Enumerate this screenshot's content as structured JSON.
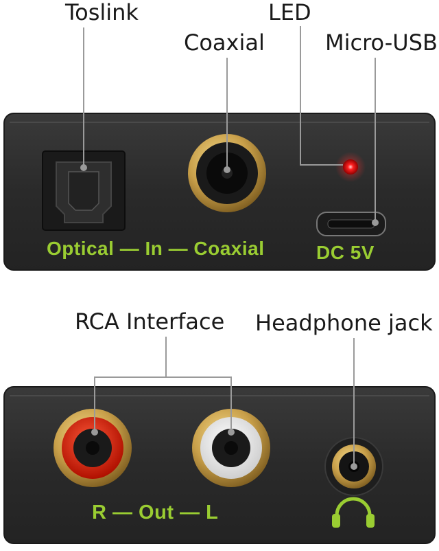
{
  "callouts": {
    "toslink": "Toslink",
    "coaxial": "Coaxial",
    "led": "LED",
    "micro_usb": "Micro-USB",
    "rca_interface": "RCA Interface",
    "headphone_jack": "Headphone jack"
  },
  "panel_text": {
    "input_row": "Optical — In — Coaxial",
    "power": "DC 5V",
    "output_row": "R — Out — L"
  },
  "icons": {
    "headphone": "headphone-icon"
  },
  "colors": {
    "panel_body": "#2b2b2b",
    "label_green": "#9acd32",
    "led_red": "#ff1a1a",
    "gold": "#c9a04a",
    "rca_red": "#e02010",
    "rca_white": "#f2f2f2"
  }
}
